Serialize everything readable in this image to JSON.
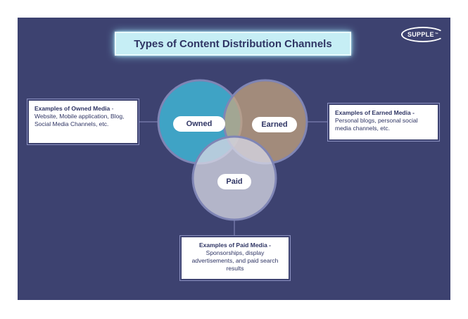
{
  "title": "Types of Content Distribution Channels",
  "logo": {
    "text": "SUPPLE",
    "mark": "™"
  },
  "circles": {
    "owned": {
      "label": "Owned",
      "color": "#3fa9c9"
    },
    "earned": {
      "label": "Earned",
      "color": "#c9a87f"
    },
    "paid": {
      "label": "Paid",
      "color": "#c3c5d6"
    }
  },
  "cards": {
    "owned": {
      "heading": "Examples of Owned Media",
      "separator": " - ",
      "body": "Website, Mobile application, Blog, Social Media Channels, etc."
    },
    "earned": {
      "heading": "Examples of Earned Media -",
      "body": "Personal blogs, personal social media channels, etc."
    },
    "paid": {
      "heading": "Examples of Paid Media -",
      "body": "Sponsorships, display advertisements, and paid search results"
    }
  },
  "colors": {
    "background": "#3d4270",
    "title_box": "#c6eef5",
    "text": "#2f3564"
  }
}
